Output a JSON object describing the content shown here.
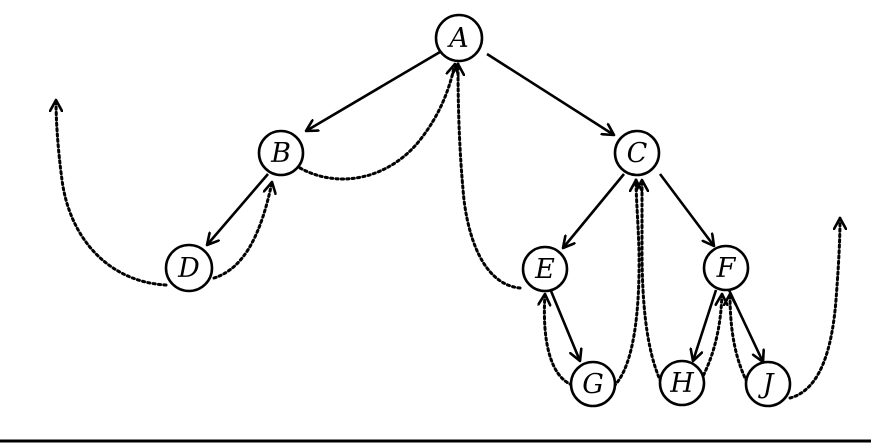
{
  "nodes": [
    {
      "id": "A",
      "label": "A"
    },
    {
      "id": "B",
      "label": "B"
    },
    {
      "id": "C",
      "label": "C"
    },
    {
      "id": "D",
      "label": "D"
    },
    {
      "id": "E",
      "label": "E"
    },
    {
      "id": "F",
      "label": "F"
    },
    {
      "id": "G",
      "label": "G"
    },
    {
      "id": "H",
      "label": "H"
    },
    {
      "id": "J",
      "label": "J"
    }
  ],
  "edges": [
    {
      "from": "A",
      "to": "B"
    },
    {
      "from": "A",
      "to": "C"
    },
    {
      "from": "B",
      "to": "D"
    },
    {
      "from": "C",
      "to": "E"
    },
    {
      "from": "C",
      "to": "F"
    },
    {
      "from": "E",
      "to": "G"
    },
    {
      "from": "F",
      "to": "H"
    },
    {
      "from": "F",
      "to": "J"
    }
  ],
  "threads": [
    {
      "from": "D",
      "to": "outside-left"
    },
    {
      "from": "D",
      "to": "B"
    },
    {
      "from": "B",
      "to": "A"
    },
    {
      "from": "E",
      "to": "A"
    },
    {
      "from": "G",
      "to": "E"
    },
    {
      "from": "G",
      "to": "C"
    },
    {
      "from": "H",
      "to": "C"
    },
    {
      "from": "H",
      "to": "F"
    },
    {
      "from": "J",
      "to": "F"
    },
    {
      "from": "J",
      "to": "outside-right"
    }
  ]
}
